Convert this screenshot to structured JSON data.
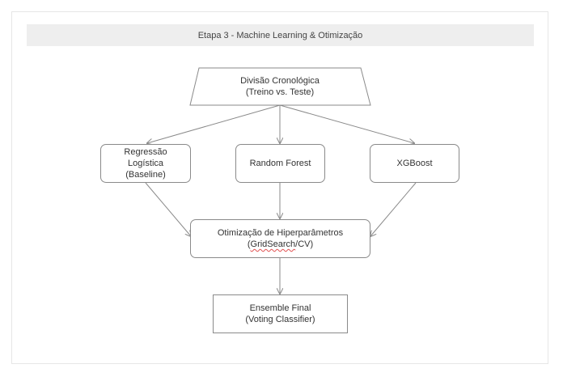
{
  "title": "Etapa 3 - Machine Learning & Otimização",
  "nodes": {
    "split": {
      "line1": "Divisão Cronológica",
      "line2": "(Treino vs. Teste)"
    },
    "logreg": {
      "line1": "Regressão",
      "line2": "Logística",
      "line3": "(Baseline)"
    },
    "rf": {
      "line1": "Random Forest"
    },
    "xgb": {
      "line1": "XGBoost"
    },
    "tuning": {
      "line1": "Otimização de Hiperparâmetros",
      "line2_prefix": "(",
      "line2_mid": "GridSearch",
      "line2_suffix": "/CV)"
    },
    "ensemble": {
      "line1": "Ensemble Final",
      "line2": "(Voting Classifier)"
    }
  },
  "edges": [
    {
      "from": "split",
      "to": "logreg"
    },
    {
      "from": "split",
      "to": "rf"
    },
    {
      "from": "split",
      "to": "xgb"
    },
    {
      "from": "logreg",
      "to": "tuning"
    },
    {
      "from": "rf",
      "to": "tuning"
    },
    {
      "from": "xgb",
      "to": "tuning"
    },
    {
      "from": "tuning",
      "to": "ensemble"
    }
  ],
  "colors": {
    "border": "#8a8a8a",
    "arrow": "#8a8a8a",
    "title_bg": "#eeeeee",
    "text": "#333333"
  }
}
